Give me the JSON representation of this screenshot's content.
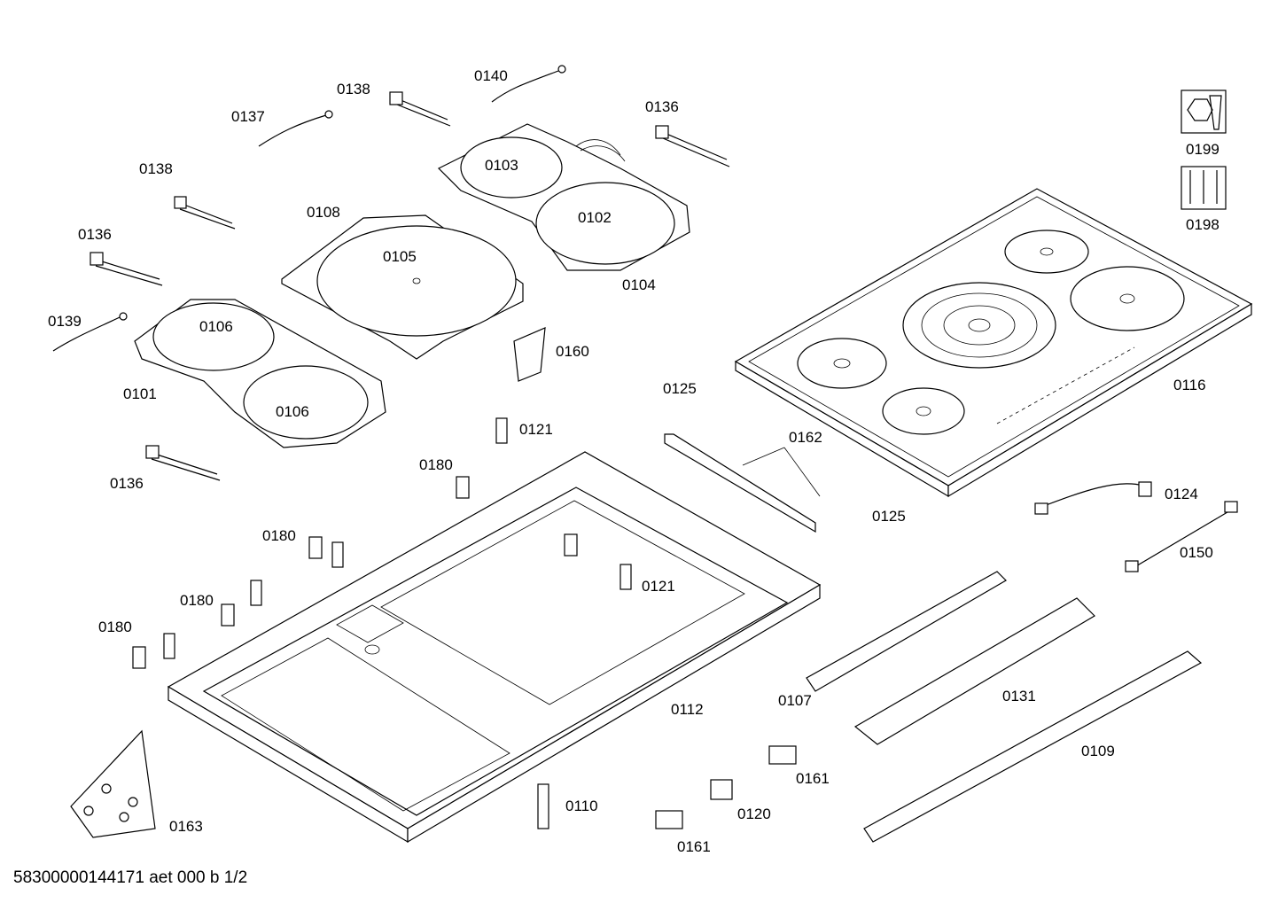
{
  "labels": {
    "l0140": "0140",
    "l0138a": "0138",
    "l0137": "0137",
    "l0136a": "0136",
    "l0138b": "0138",
    "l0108": "0108",
    "l0103": "0103",
    "l0102": "0102",
    "l0104": "0104",
    "l0136b": "0136",
    "l0105": "0105",
    "l0139": "0139",
    "l0106a": "0106",
    "l0101": "0101",
    "l0106b": "0106",
    "l0160": "0160",
    "l0125a": "0125",
    "l0162": "0162",
    "l0116": "0116",
    "l0121a": "0121",
    "l0136c": "0136",
    "l0180a": "0180",
    "l0125b": "0125",
    "l0124": "0124",
    "l0180b": "0180",
    "l0121b": "0121",
    "l0150": "0150",
    "l0180c": "0180",
    "l0180d": "0180",
    "l0107": "0107",
    "l0131": "0131",
    "l0112": "0112",
    "l0109": "0109",
    "l0161a": "0161",
    "l0110": "0110",
    "l0120": "0120",
    "l0163": "0163",
    "l0161b": "0161",
    "l0199": "0199",
    "l0198": "0198"
  },
  "footer": "58300000144171 aet 000 b 1/2",
  "icons": {
    "service": "wrench-nut-icon",
    "screws": "screws-icon"
  }
}
